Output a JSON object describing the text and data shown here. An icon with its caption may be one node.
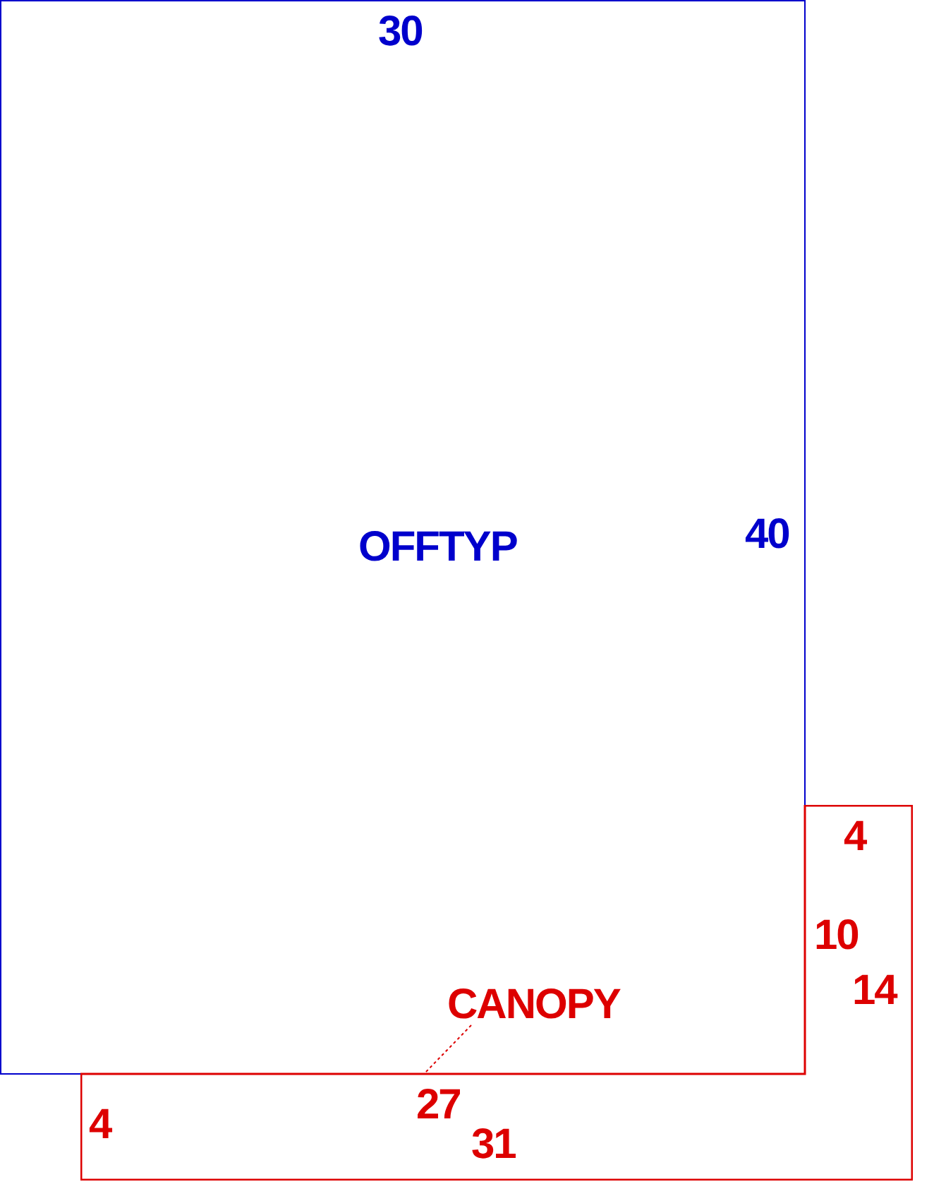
{
  "diagram": {
    "nodes": [
      {
        "text": [
          "OFFTYP"
        ]
      },
      {
        "text": [
          "CANOPY"
        ],
        "in": 0
      },
      {
        "text": [],
        "shape": "box"
      }
    ],
    "edges": [
      {
        "from": 1,
        "to": 2,
        "arrow": "none",
        "style": "dashed"
      }
    ],
    "labels": [
      "30",
      "40",
      "4",
      "10",
      "14",
      "27",
      "4",
      "31"
    ]
  }
}
